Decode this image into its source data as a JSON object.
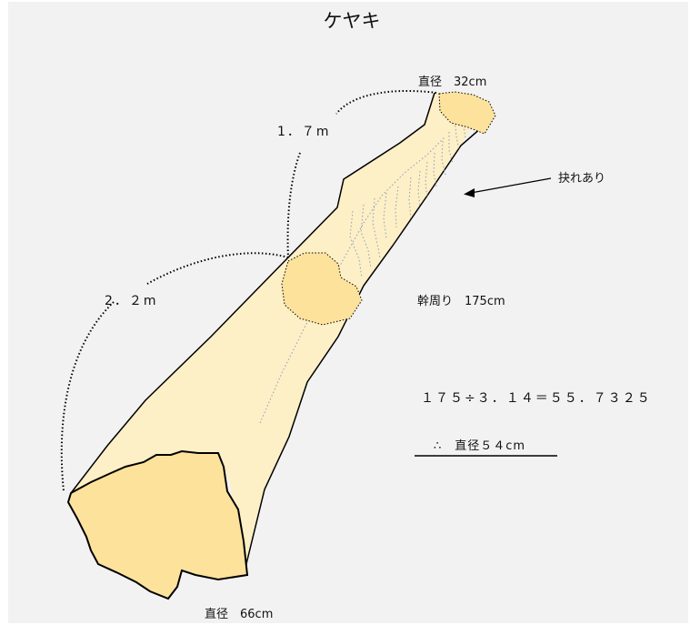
{
  "title": "ケヤキ",
  "labels": {
    "top_diameter": "直径　32cm",
    "upper_length": "1．７m",
    "lower_length": "2．２m",
    "notch": "抉れあり",
    "girth": "幹周り　175cm",
    "calculation": "１７５÷３．１４＝５５．７３２５",
    "result": "∴　直径５４cm",
    "bottom_diameter": "直径　66cm"
  },
  "colors": {
    "trunk": "#fdefc6",
    "cut_face": "#fde29c",
    "outline": "#000000",
    "grain": "#8aa0b8",
    "background": "#f2f2f2"
  }
}
